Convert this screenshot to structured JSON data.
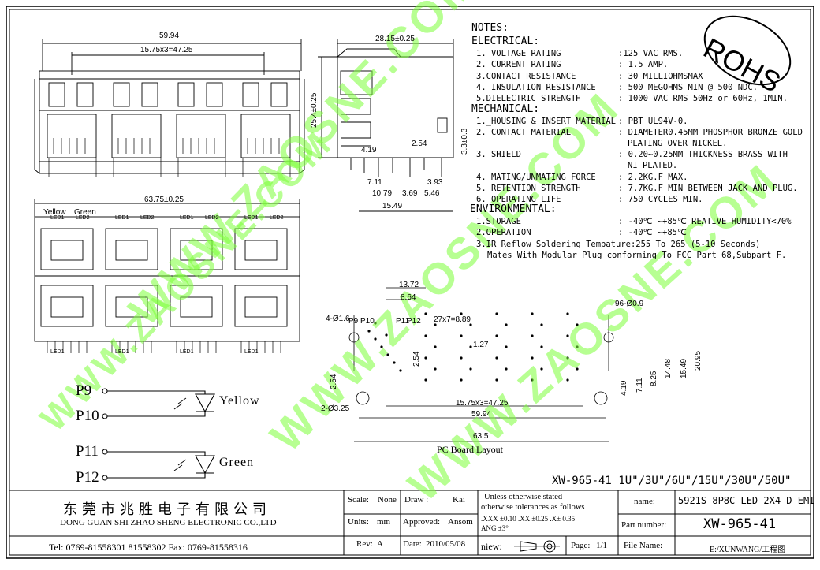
{
  "watermark": "WWW.ZAOSNE.COM",
  "rohs": "ROHS",
  "top_view": {
    "width": "59.94",
    "pitch": "15.75x3=47.25"
  },
  "side_view": {
    "d1": "28.15±0.25",
    "d2": "25.4±0.25",
    "d3": "3.3±0.3",
    "d4": "2.54",
    "d5": "4.19",
    "d6": "7.11",
    "d7": "3.93",
    "d8": "10.79",
    "d9": "3.69",
    "d10": "5.46",
    "d11": "15.49"
  },
  "front_view": {
    "width": "63.75±0.25",
    "yellow": "Yellow",
    "green": "Green",
    "led1": "LED1",
    "led2": "LED2"
  },
  "notes": {
    "title": "NOTES:",
    "electrical": "ELECTRICAL:",
    "e1": "1. VOLTAGE RATING",
    "e1v": ":125 VAC RMS.",
    "e2": "2. CURRENT RATING",
    "e2v": ": 1.5 AMP.",
    "e3": "3.CONTACT RESISTANCE",
    "e3v": ": 30 MILLIOHMSMAX",
    "e4": "4. INSULATION RESISTANCE",
    "e4v": ": 500 MEGOHMS MIN @ 500  NDC.",
    "e5": "5.DIELECTRIC STRENGTH",
    "e5v": ": 1000 VAC RMS 50Hz  or 60Hz, 1MIN.",
    "mechanical": "MECHANICAL:",
    "m1": "1._HOUSING & INSERT MATERIAL",
    "m1v": ": PBT UL94V-0.",
    "m2": "2. CONTACT MATERIAL",
    "m2v": ": DIAMETER0.45MM PHOSPHOR BRONZE GOLD",
    "m2v2": "PLATING OVER NICKEL.",
    "m3": "3. SHIELD",
    "m3v": ": 0.20~0.25MM THICKNESS BRASS WITH",
    "m3v2": "NI PLATED.",
    "m4": "4. MATING/UNMATING FORCE",
    "m4v": ": 2.2KG.F MAX.",
    "m5": "5. RETENTION STRENGTH",
    "m5v": ": 7.7KG.F MIN BETWEEN JACK AND PLUG.",
    "m6": "6. OPERATING LIFE",
    "m6v": ":  750 CYCLES MIN.",
    "environmental": "ENVIRONMENTAL:",
    "n1": "1.STORAGE",
    "n1v": ": -40℃ ~+85℃ REATIVE HUMIDITY<70%",
    "n2": "2.OPERATION",
    "n2v": ": -40℃ ~+85℃",
    "n3": "3.IR Reflow Soldering Tempature:255 To 265 (5-10 Seconds)",
    "n4": "Mates With Modular Plug conforming To FCC Part 68,Subpart F."
  },
  "pcb": {
    "d1": "13.72",
    "d2": "8.64",
    "d3": "4-Ø1.6",
    "p9": "P9",
    "p10": "P10",
    "p11": "P11",
    "p12": "P12",
    "d4": "27x7=8.89",
    "d5": "1.27",
    "d6": "2.54",
    "d7": "96-Ø0.9",
    "d8": "14.48",
    "d9": "15.49",
    "d10": "20.95",
    "d11": "8.25",
    "d12": "7.11",
    "d13": "4.19",
    "d14": "2.54",
    "d15": "2-Ø3.25",
    "d16": "15.75x3=47.25",
    "d17": "59.94",
    "d18": "63.5",
    "caption": "PC Board Layout"
  },
  "schematic": {
    "p9": "P9",
    "p10": "P10",
    "p11": "P11",
    "p12": "P12",
    "yellow": "Yellow",
    "green": "Green"
  },
  "model_line": "XW-965-41  1U\"/3U\"/6U\"/15U\"/30U\"/50U\"",
  "title_block": {
    "company_cn": "东莞市兆胜电子有限公司",
    "company_en": "DONG GUAN SHI ZHAO SHENG ELECTRONIC CO.,LTD",
    "tel": "Tel: 0769-81558301 81558302    Fax: 0769-81558316",
    "scale_label": "Scale:",
    "scale_value": "None",
    "units_label": "Units:",
    "units_value": "mm",
    "rev_label": "Rev:",
    "rev_value": "A",
    "draw_label": "Draw  :",
    "draw_value": "Kai",
    "approved_label": "Approved:",
    "approved_value": "Ansom",
    "date_label": "Date:",
    "date_value": "2010/05/08",
    "tol1": "Unless otherwise stated",
    "tol2": "otherwise tolerances as follows",
    "tol3": ".XXX ±0.10 .XX ±0.25 .X± 0.35",
    "tol4": "ANG ±3°",
    "view_label": "niew:",
    "name_label": "name:",
    "name_value": "5921S 8P8C-LED-2X4-D EMI",
    "part_label": "Part number:",
    "part_value": "XW-965-41",
    "page_label": "Page:",
    "page_value": "1/1",
    "file_label": "File Name:",
    "file_value": "E:/XUNWANG/工程图"
  }
}
